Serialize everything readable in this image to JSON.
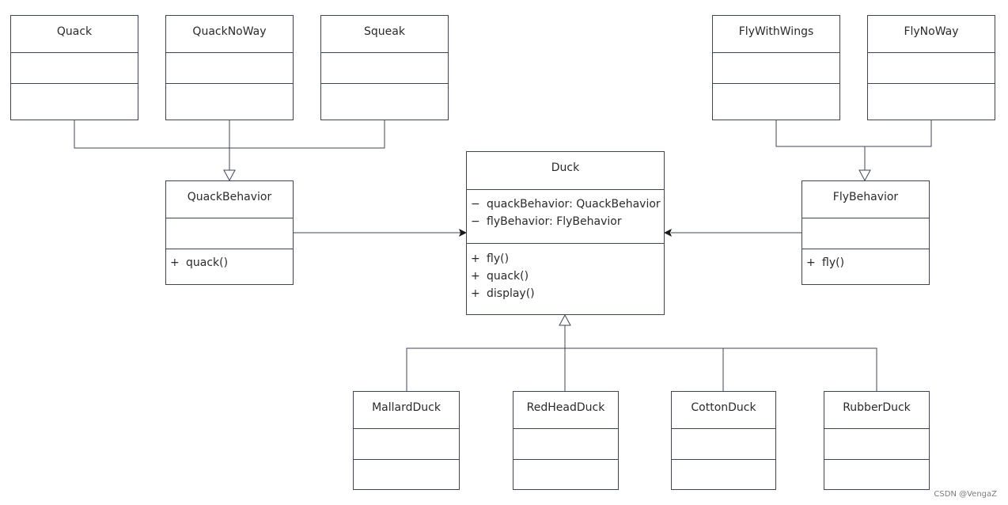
{
  "diagram": {
    "classes": {
      "quack": {
        "name": "Quack"
      },
      "quack_no_way": {
        "name": "QuackNoWay"
      },
      "squeak": {
        "name": "Squeak"
      },
      "fly_with_wings": {
        "name": "FlyWithWings"
      },
      "fly_no_way": {
        "name": "FlyNoWay"
      },
      "quack_behavior": {
        "name": "QuackBehavior",
        "methods": [
          {
            "vis": "+",
            "text": "quack()"
          }
        ]
      },
      "fly_behavior": {
        "name": "FlyBehavior",
        "methods": [
          {
            "vis": "+",
            "text": "fly()"
          }
        ]
      },
      "duck": {
        "name": "Duck",
        "attributes": [
          {
            "vis": "−",
            "text": "quackBehavior: QuackBehavior"
          },
          {
            "vis": "−",
            "text": "flyBehavior: FlyBehavior"
          }
        ],
        "methods": [
          {
            "vis": "+",
            "text": "fly()"
          },
          {
            "vis": "+",
            "text": "quack()"
          },
          {
            "vis": "+",
            "text": "display()"
          }
        ]
      },
      "mallard_duck": {
        "name": "MallardDuck"
      },
      "red_head_duck": {
        "name": "RedHeadDuck"
      },
      "cotton_duck": {
        "name": "CottonDuck"
      },
      "rubber_duck": {
        "name": "RubberDuck"
      }
    },
    "relations": [
      {
        "type": "realization",
        "from": [
          "Quack",
          "QuackNoWay",
          "Squeak"
        ],
        "to": "QuackBehavior"
      },
      {
        "type": "realization",
        "from": [
          "FlyWithWings",
          "FlyNoWay"
        ],
        "to": "FlyBehavior"
      },
      {
        "type": "association",
        "from": "QuackBehavior",
        "to": "Duck"
      },
      {
        "type": "association",
        "from": "FlyBehavior",
        "to": "Duck"
      },
      {
        "type": "generalization",
        "from": [
          "MallardDuck",
          "RedHeadDuck",
          "CottonDuck",
          "RubberDuck"
        ],
        "to": "Duck"
      }
    ],
    "colors": {
      "line": "#3f4454",
      "text": "#2a2a2a",
      "watermark": "#7b7b7b"
    }
  },
  "watermark": "CSDN @VengaZ"
}
